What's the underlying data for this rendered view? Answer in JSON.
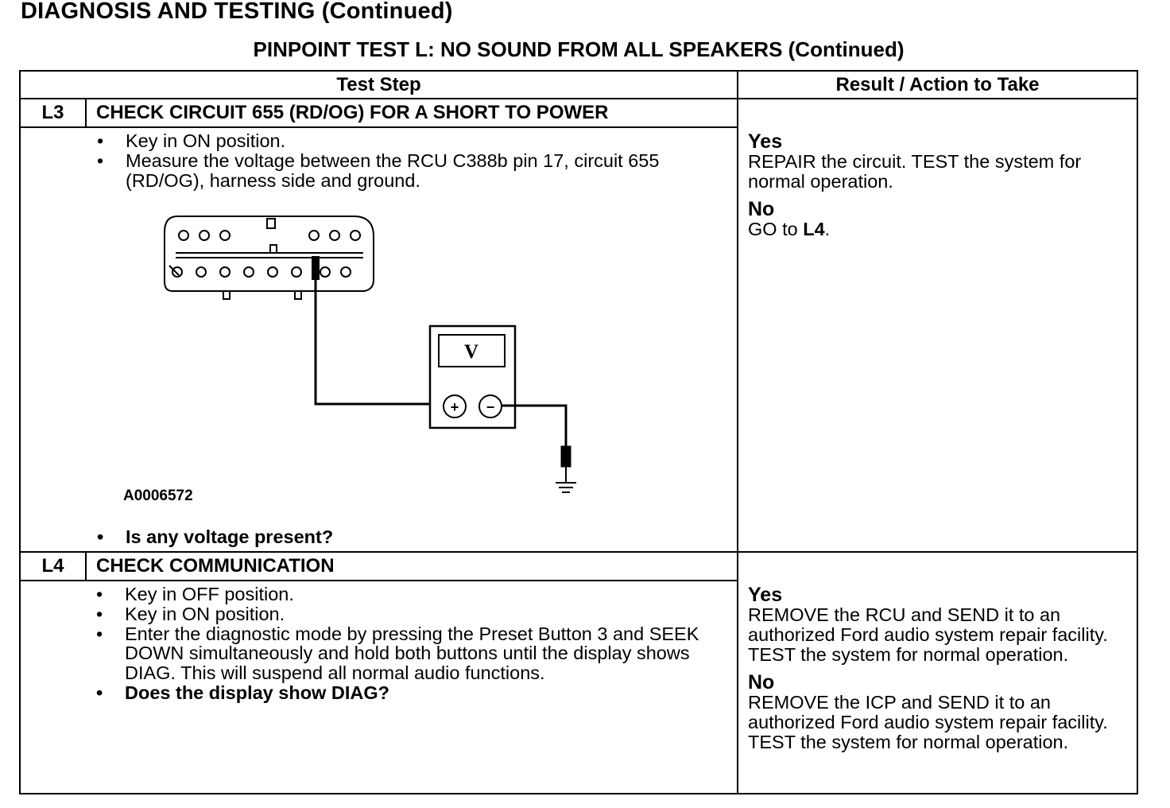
{
  "page_title": "DIAGNOSIS AND TESTING (Continued)",
  "test_title": "PINPOINT TEST  L: NO SOUND FROM ALL SPEAKERS (Continued)",
  "table": {
    "headers": {
      "test_step": "Test Step",
      "result": "Result / Action to Take"
    },
    "rows": [
      {
        "id": "L3",
        "title": "CHECK CIRCUIT 655 (RD/OG) FOR A SHORT TO POWER",
        "steps": [
          "Key in ON position.",
          "Measure the voltage between the RCU C388b pin 17, circuit 655 (RD/OG), harness side and ground."
        ],
        "figure": {
          "label": "A0006572",
          "meter_symbol": "V",
          "plus_symbol": "+",
          "minus_symbol": "−",
          "icons": [
            "connector-icon",
            "voltmeter-icon",
            "ground-symbol-icon"
          ]
        },
        "question": "Is any voltage present?",
        "results": {
          "yes_label": "Yes",
          "yes_text": "REPAIR the circuit. TEST the system for normal operation.",
          "no_label": "No",
          "no_text_prefix": "GO to ",
          "no_text_ref": "L4",
          "no_text_suffix": "."
        }
      },
      {
        "id": "L4",
        "title": "CHECK COMMUNICATION",
        "steps": [
          "Key in OFF position.",
          "Key in ON position.",
          "Enter the diagnostic mode by pressing the Preset Button 3 and SEEK DOWN simultaneously and hold both buttons until the display shows DIAG. This will suspend all normal audio functions."
        ],
        "question": "Does the display show DIAG?",
        "results": {
          "yes_label": "Yes",
          "yes_text": "REMOVE the RCU and SEND it to an authorized Ford audio system repair facility. TEST the system for normal operation.",
          "no_label": "No",
          "no_text": "REMOVE the ICP and SEND it to an authorized Ford audio system repair facility. TEST the system for normal operation."
        }
      }
    ]
  }
}
